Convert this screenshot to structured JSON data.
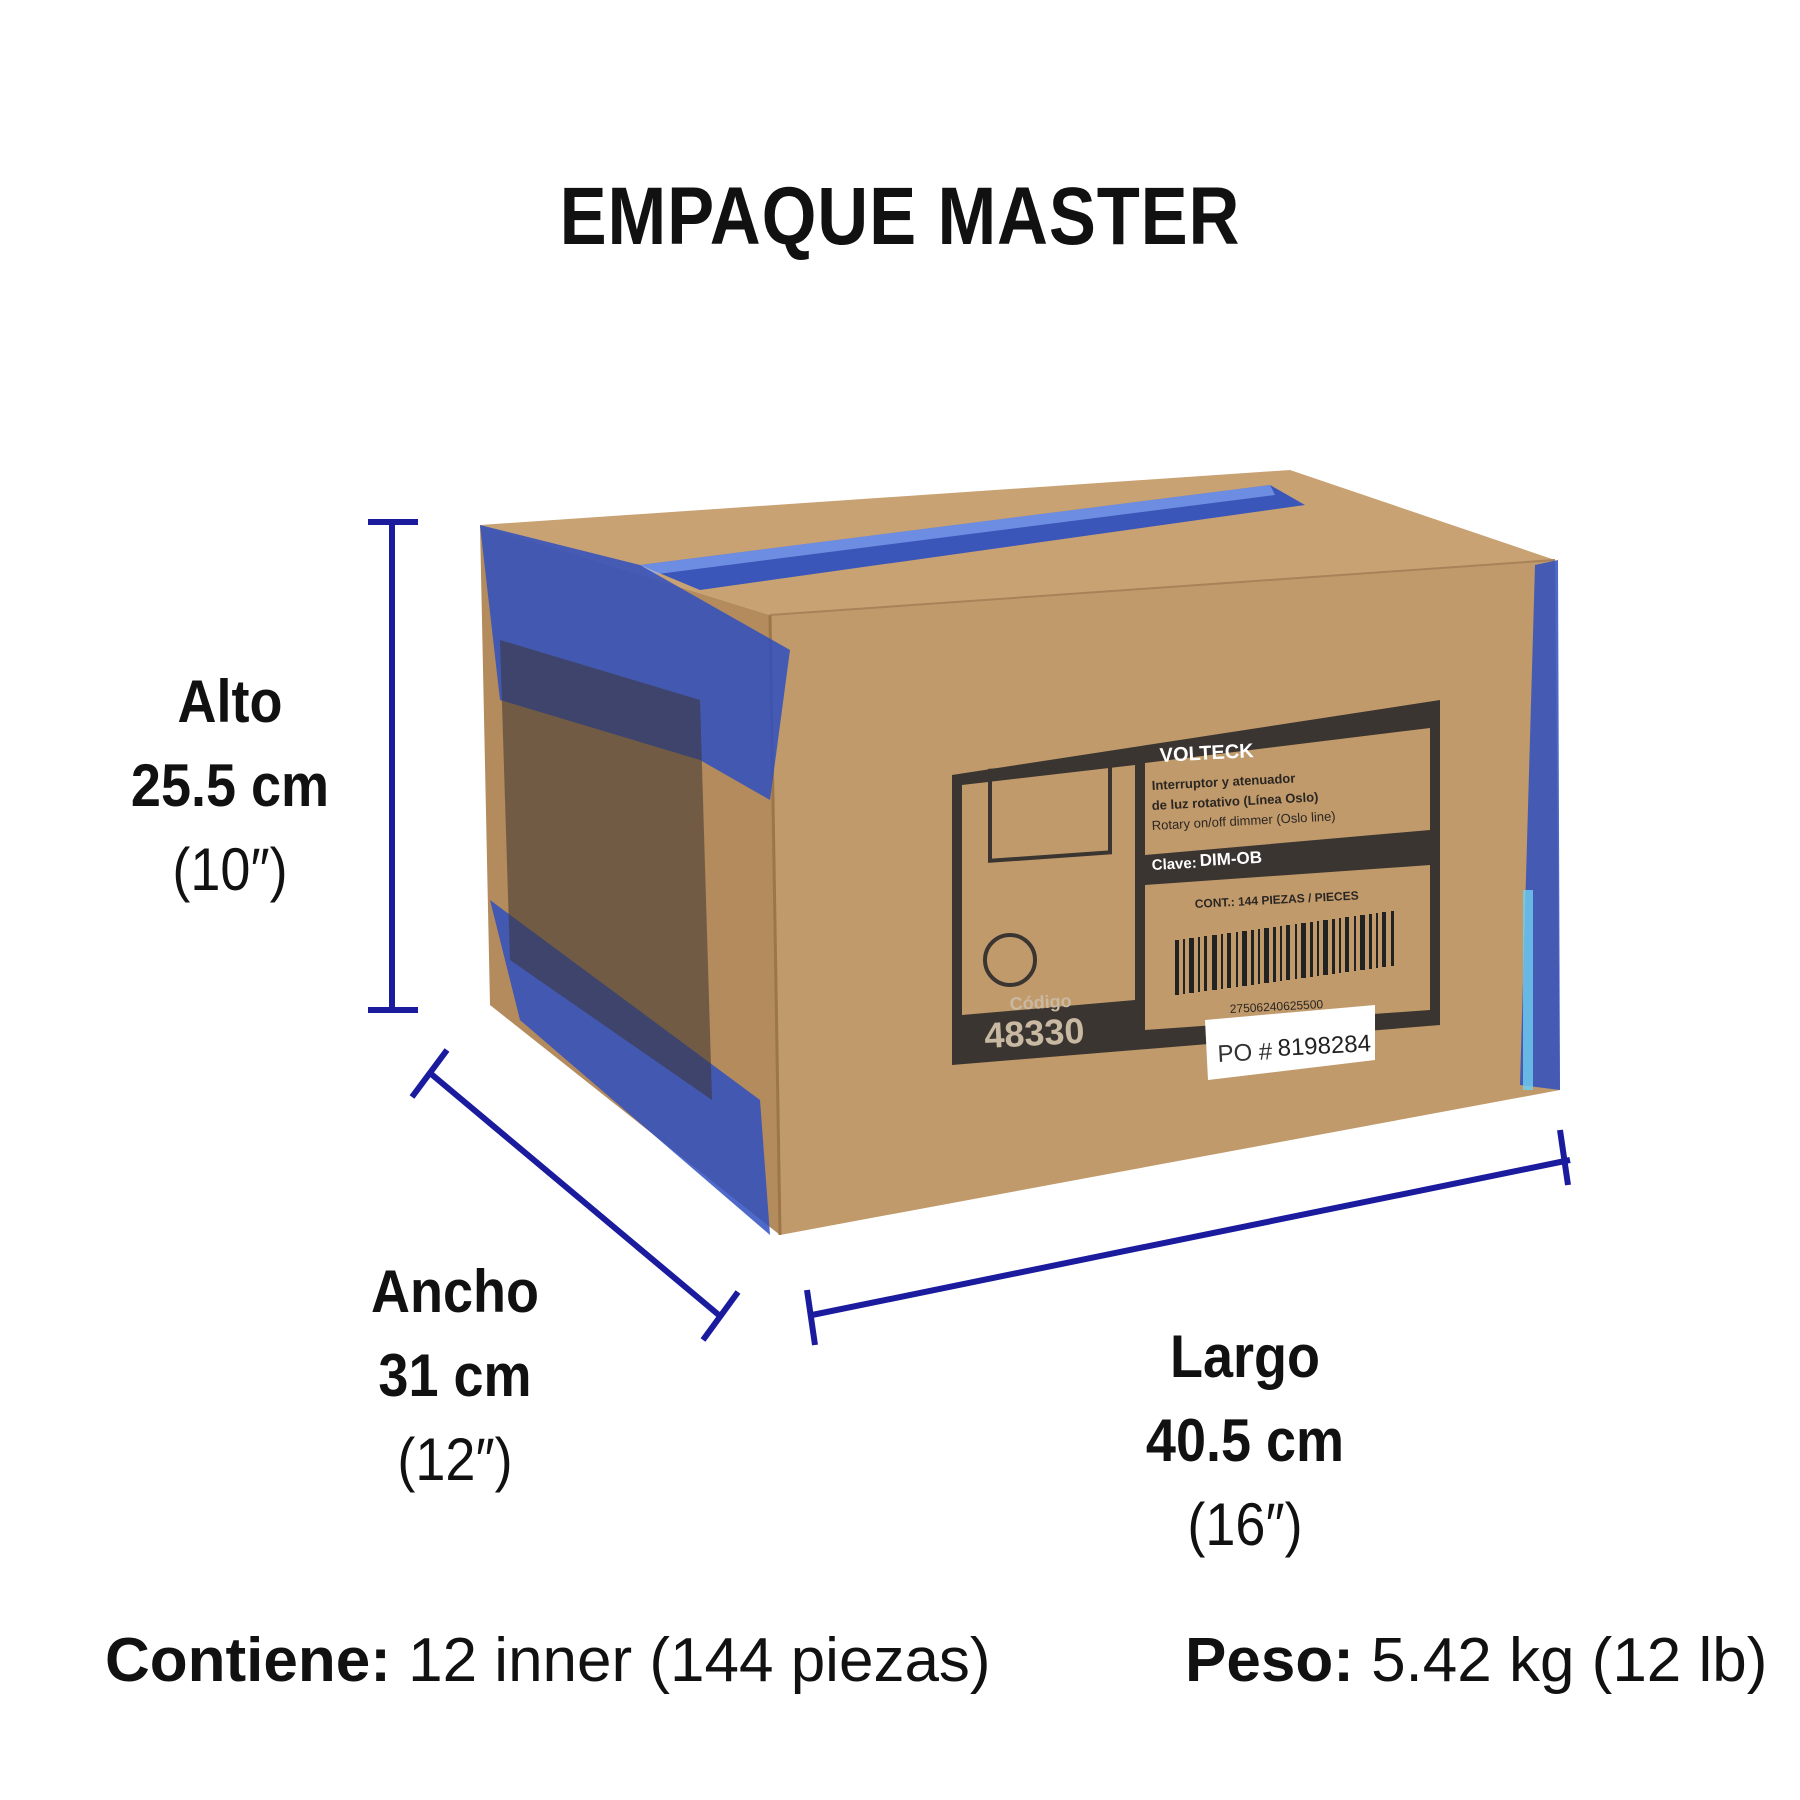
{
  "title": "EMPAQUE MASTER",
  "dimensions": {
    "alto": {
      "label": "Alto",
      "metric": "25.5 cm",
      "imperial": "(10″)"
    },
    "ancho": {
      "label": "Ancho",
      "metric": "31 cm",
      "imperial": "(12″)"
    },
    "largo": {
      "label": "Largo",
      "metric": "40.5 cm",
      "imperial": "(16″)"
    }
  },
  "footer": {
    "contents_label": "Contiene:",
    "contents_value": "12 inner (144 piezas)",
    "weight_label": "Peso:",
    "weight_value": "5.42 kg (12 lb)"
  },
  "box_label": {
    "brand": "VOLTECK",
    "desc_es_1": "Interruptor y atenuador",
    "desc_es_2": "de luz rotativo (Línea Oslo)",
    "desc_en": "Rotary on/off dimmer (Oslo line)",
    "clave_label": "Clave:",
    "clave_value": "DIM-OB",
    "contents": "CONT.: 144 PIEZAS / PIECES",
    "barcode_number": "27506240625500",
    "codigo_label": "Código",
    "codigo_value": "48330",
    "po_label": "PO #",
    "po_value": "8198284"
  },
  "colors": {
    "dimension_line": "#1b1b9e",
    "cardboard_front": "#c19a6b",
    "cardboard_side": "#b38b5c",
    "cardboard_top": "#c9a273",
    "tape": "#2f4fbf",
    "label_dark": "#3a3531"
  }
}
